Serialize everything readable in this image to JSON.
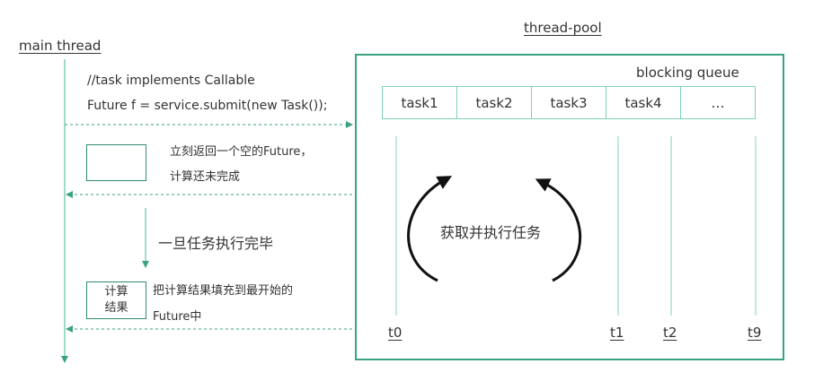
{
  "main_thread": {
    "label": "main thread"
  },
  "thread_pool": {
    "label": "thread-pool",
    "queue_label": "blocking queue"
  },
  "submit_code": {
    "comment": "//task implements Callable",
    "call": "Future f = service.submit(new Task());"
  },
  "return_note": {
    "line1": "立刻返回一个空的Future，",
    "line2": "计算还未完成"
  },
  "wait_note": "一旦任务执行完毕",
  "result_box": {
    "line1": "计算",
    "line2": "结果"
  },
  "fill_note": {
    "line1": "把计算结果填充到最开始的",
    "line2": "Future中"
  },
  "queue_tasks": [
    "task1",
    "task2",
    "task3",
    "task4",
    "…"
  ],
  "fetch_label": "获取并执行任务",
  "time_labels": [
    "t0",
    "t1",
    "t2",
    "t9"
  ],
  "colors": {
    "accent": "#3aa37d",
    "line": "#7fd0b8",
    "text": "#333333"
  }
}
